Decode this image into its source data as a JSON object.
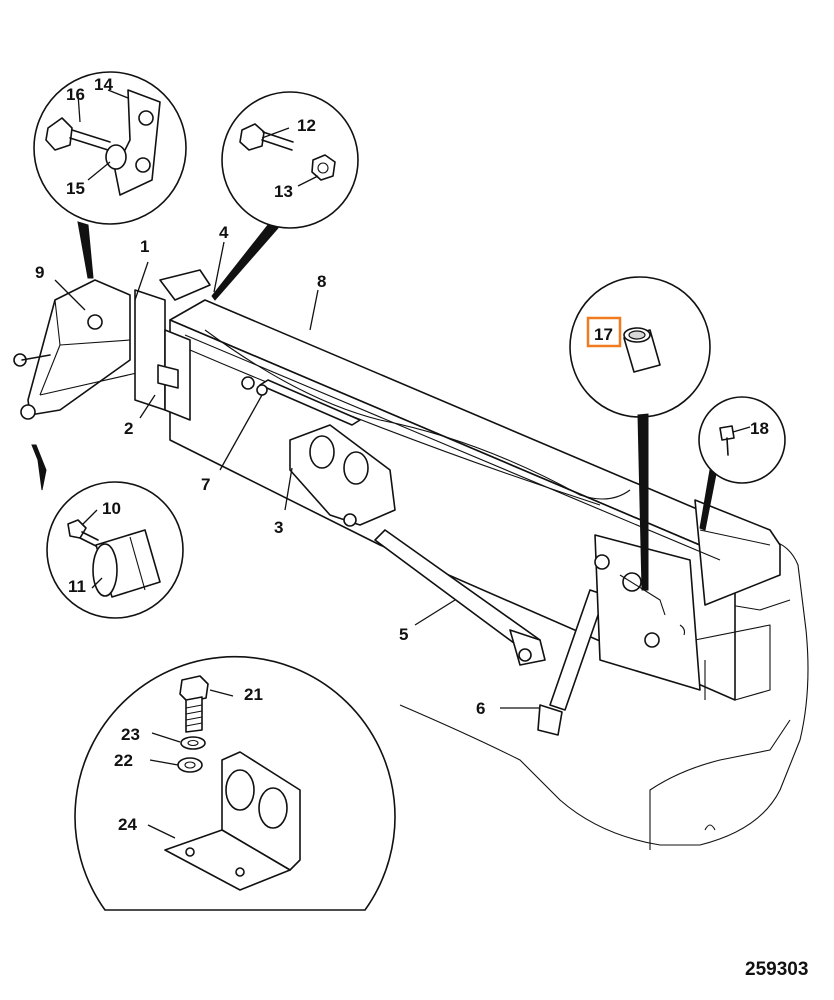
{
  "labels": {
    "l1": "1",
    "l2": "2",
    "l3": "3",
    "l4": "4",
    "l5": "5",
    "l6": "6",
    "l7": "7",
    "l8": "8",
    "l9": "9",
    "l10": "10",
    "l11": "11",
    "l12": "12",
    "l13": "13",
    "l14": "14",
    "l15": "15",
    "l16": "16",
    "l17": "17",
    "l18": "18",
    "l21": "21",
    "l22": "22",
    "l23": "23",
    "l24": "24"
  },
  "highlight_label": "17",
  "highlight_color": "#f07b1e",
  "reference_id": "259303"
}
